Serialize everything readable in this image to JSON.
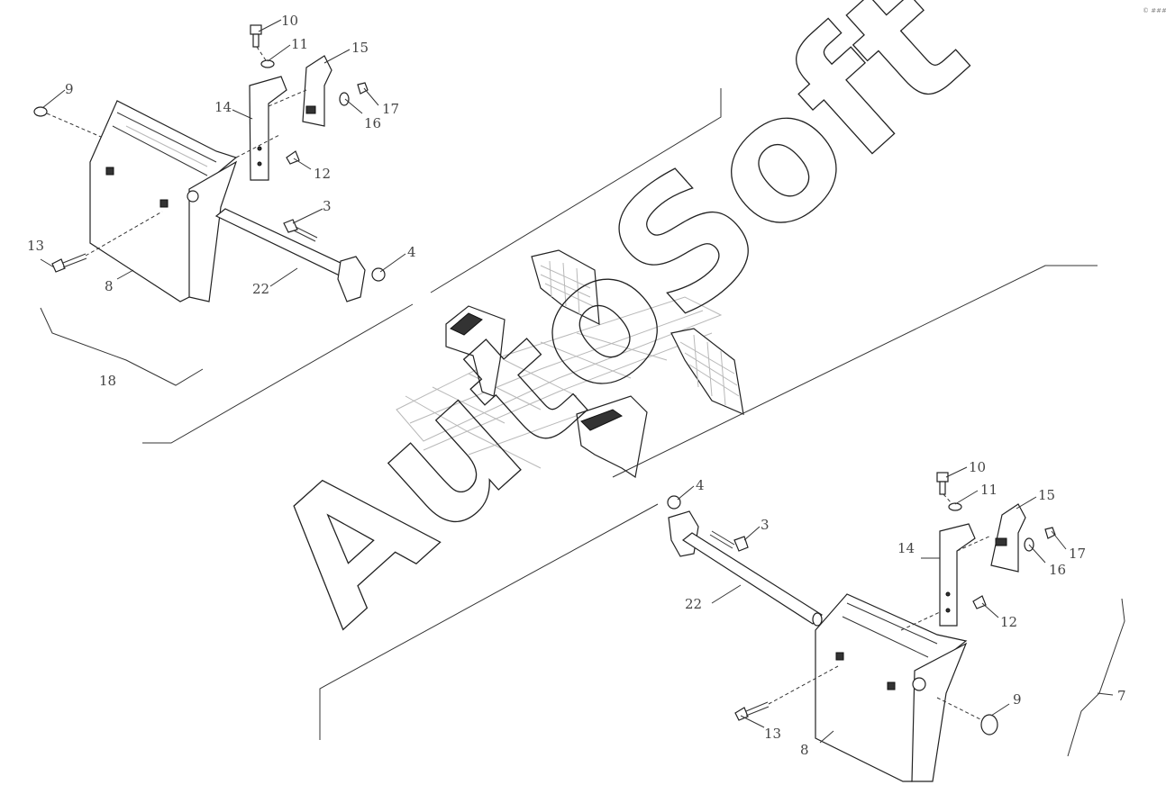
{
  "watermark": "AutoSoft",
  "corner_mark": "© ###",
  "labels": {
    "l10": "10",
    "l11": "11",
    "l15": "15",
    "l9": "9",
    "l14": "14",
    "l17": "17",
    "l16": "16",
    "l12": "12",
    "l3": "3",
    "l13": "13",
    "l4": "4",
    "l8": "8",
    "l22": "22",
    "l18": "18",
    "r10": "10",
    "r11": "11",
    "r15": "15",
    "r4": "4",
    "r3": "3",
    "r14": "14",
    "r17": "17",
    "r16": "16",
    "r22": "22",
    "r12": "12",
    "r9": "9",
    "r7": "7",
    "r13": "13",
    "r8": "8"
  }
}
